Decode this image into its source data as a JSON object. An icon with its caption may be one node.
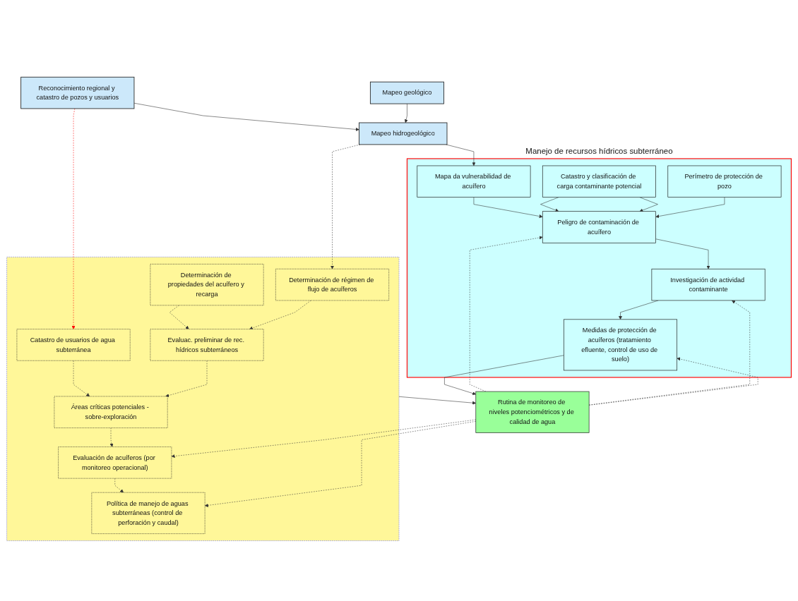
{
  "diagram": {
    "nodes": [
      {
        "text": [
          "Reconocimiento regional y catastro de pozos y usuarios"
        ]
      },
      {
        "text": [
          "Mapeo geológico"
        ]
      },
      {
        "text": [
          "Mapeo hidrogeológico"
        ]
      },
      {
        "text": [],
        "shape": "box"
      },
      {
        "text": [
          "Determinación de propiedades del acuífero y recarga"
        ],
        "in": 3
      },
      {
        "text": [
          "Determinación de régimen de flujo de acuíferos"
        ],
        "in": 3
      },
      {
        "text": [
          "Catastro de usuarios de agua subterránea"
        ],
        "in": 3
      },
      {
        "text": [
          "Evaluac. preliminar de rec. hídricos subterráneos"
        ],
        "in": 3
      },
      {
        "text": [
          "Áreas críticas potenciales - sobre-exploración"
        ],
        "in": 3
      },
      {
        "text": [
          "Evaluación de acuíferos (por monitoreo operacional)"
        ],
        "in": 3
      },
      {
        "text": [
          "Política de manejo de aguas subterráneas (control de perforación y caudal)"
        ],
        "in": 3
      },
      {
        "text": [
          "Manejo de recursos hídricos subterráneo"
        ]
      },
      {
        "text": [
          "Mapa da vulnerabilidad de acuífero"
        ],
        "in": 11
      },
      {
        "text": [
          "Catastro y clasificación de carga contaminante potencial"
        ],
        "in": 11
      },
      {
        "text": [
          "Perímetro de protección de pozo"
        ],
        "in": 11
      },
      {
        "text": [
          "Peligro de contaminación de acuífero"
        ],
        "in": 11
      },
      {
        "text": [
          "Investigación de actividad contaminante"
        ],
        "in": 11
      },
      {
        "text": [
          "Medidas de protección de acuíferos (tratamiento efluente, control de uso de suelo)"
        ],
        "in": 11
      },
      {
        "text": [
          "Rutina de monitoreo de niveles potenciométricos y de calidad de agua"
        ]
      }
    ],
    "edges": [
      {
        "from": 0,
        "to": 2,
        "arrow": "to"
      },
      {
        "from": 1,
        "to": 2,
        "arrow": "to"
      },
      {
        "from": 2,
        "to": 5,
        "arrow": "to",
        "style": "dashed"
      },
      {
        "from": 2,
        "to": 12,
        "arrow": "to"
      },
      {
        "from": 0,
        "to": 6,
        "arrow": "to",
        "style": "dashed",
        "color": "#ff0000"
      },
      {
        "from": 4,
        "to": 7,
        "arrow": "to",
        "style": "dashed"
      },
      {
        "from": 5,
        "to": 7,
        "arrow": "to",
        "style": "dashed"
      },
      {
        "from": 6,
        "to": 8,
        "arrow": "to",
        "style": "dashed"
      },
      {
        "from": 7,
        "to": 8,
        "arrow": "to",
        "style": "dashed"
      },
      {
        "from": 8,
        "to": 9,
        "arrow": "to",
        "style": "dashed"
      },
      {
        "from": 9,
        "to": 10,
        "arrow": "to",
        "style": "dashed"
      },
      {
        "from": 3,
        "to": 18,
        "arrow": "to"
      },
      {
        "from": 18,
        "to": 9,
        "arrow": "to",
        "style": "dashed"
      },
      {
        "from": 18,
        "to": 10,
        "arrow": "to",
        "style": "dashed"
      },
      {
        "from": 12,
        "to": 15,
        "arrow": "to"
      },
      {
        "from": 13,
        "to": 15,
        "arrow": "to"
      },
      {
        "from": 13,
        "to": 15,
        "arrow": "to"
      },
      {
        "from": 14,
        "to": 15,
        "arrow": "to"
      },
      {
        "from": 15,
        "to": 16,
        "arrow": "to"
      },
      {
        "from": 16,
        "to": 17,
        "arrow": "to"
      },
      {
        "from": 17,
        "to": 18,
        "arrow": "to"
      },
      {
        "from": 18,
        "to": 15,
        "arrow": "to",
        "style": "dashed"
      },
      {
        "from": 18,
        "to": 16,
        "arrow": "to",
        "style": "dashed"
      },
      {
        "from": 18,
        "to": 17,
        "arrow": "to",
        "style": "dashed"
      }
    ]
  }
}
